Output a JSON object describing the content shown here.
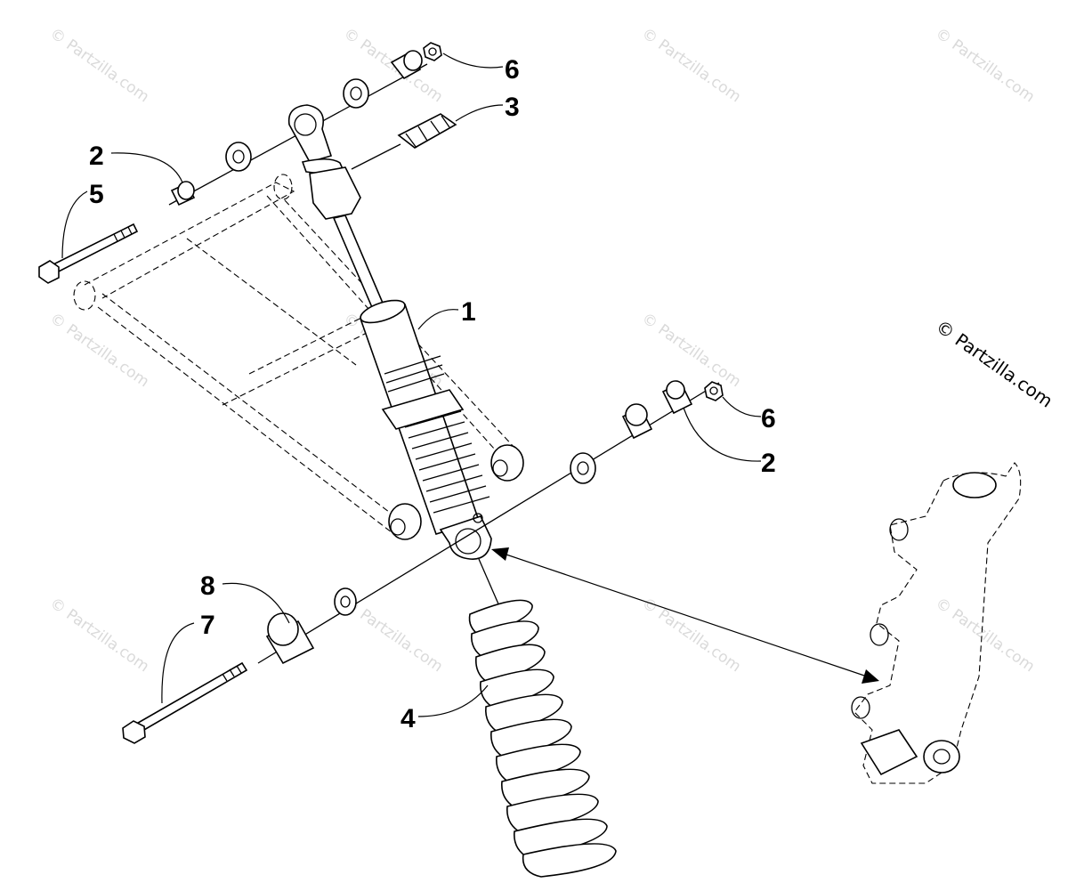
{
  "diagram": {
    "callouts": [
      {
        "id": "c1",
        "text": "1"
      },
      {
        "id": "c2a",
        "text": "2"
      },
      {
        "id": "c2b",
        "text": "2"
      },
      {
        "id": "c3",
        "text": "3"
      },
      {
        "id": "c4",
        "text": "4"
      },
      {
        "id": "c5",
        "text": "5"
      },
      {
        "id": "c6a",
        "text": "6"
      },
      {
        "id": "c6b",
        "text": "6"
      },
      {
        "id": "c7",
        "text": "7"
      },
      {
        "id": "c8",
        "text": "8"
      }
    ],
    "watermark_text": "© Partzilla.com",
    "brand_watermark": "© Partzilla.com",
    "colors": {
      "line": "#000000",
      "background": "#ffffff",
      "watermark": "#dadada"
    }
  }
}
